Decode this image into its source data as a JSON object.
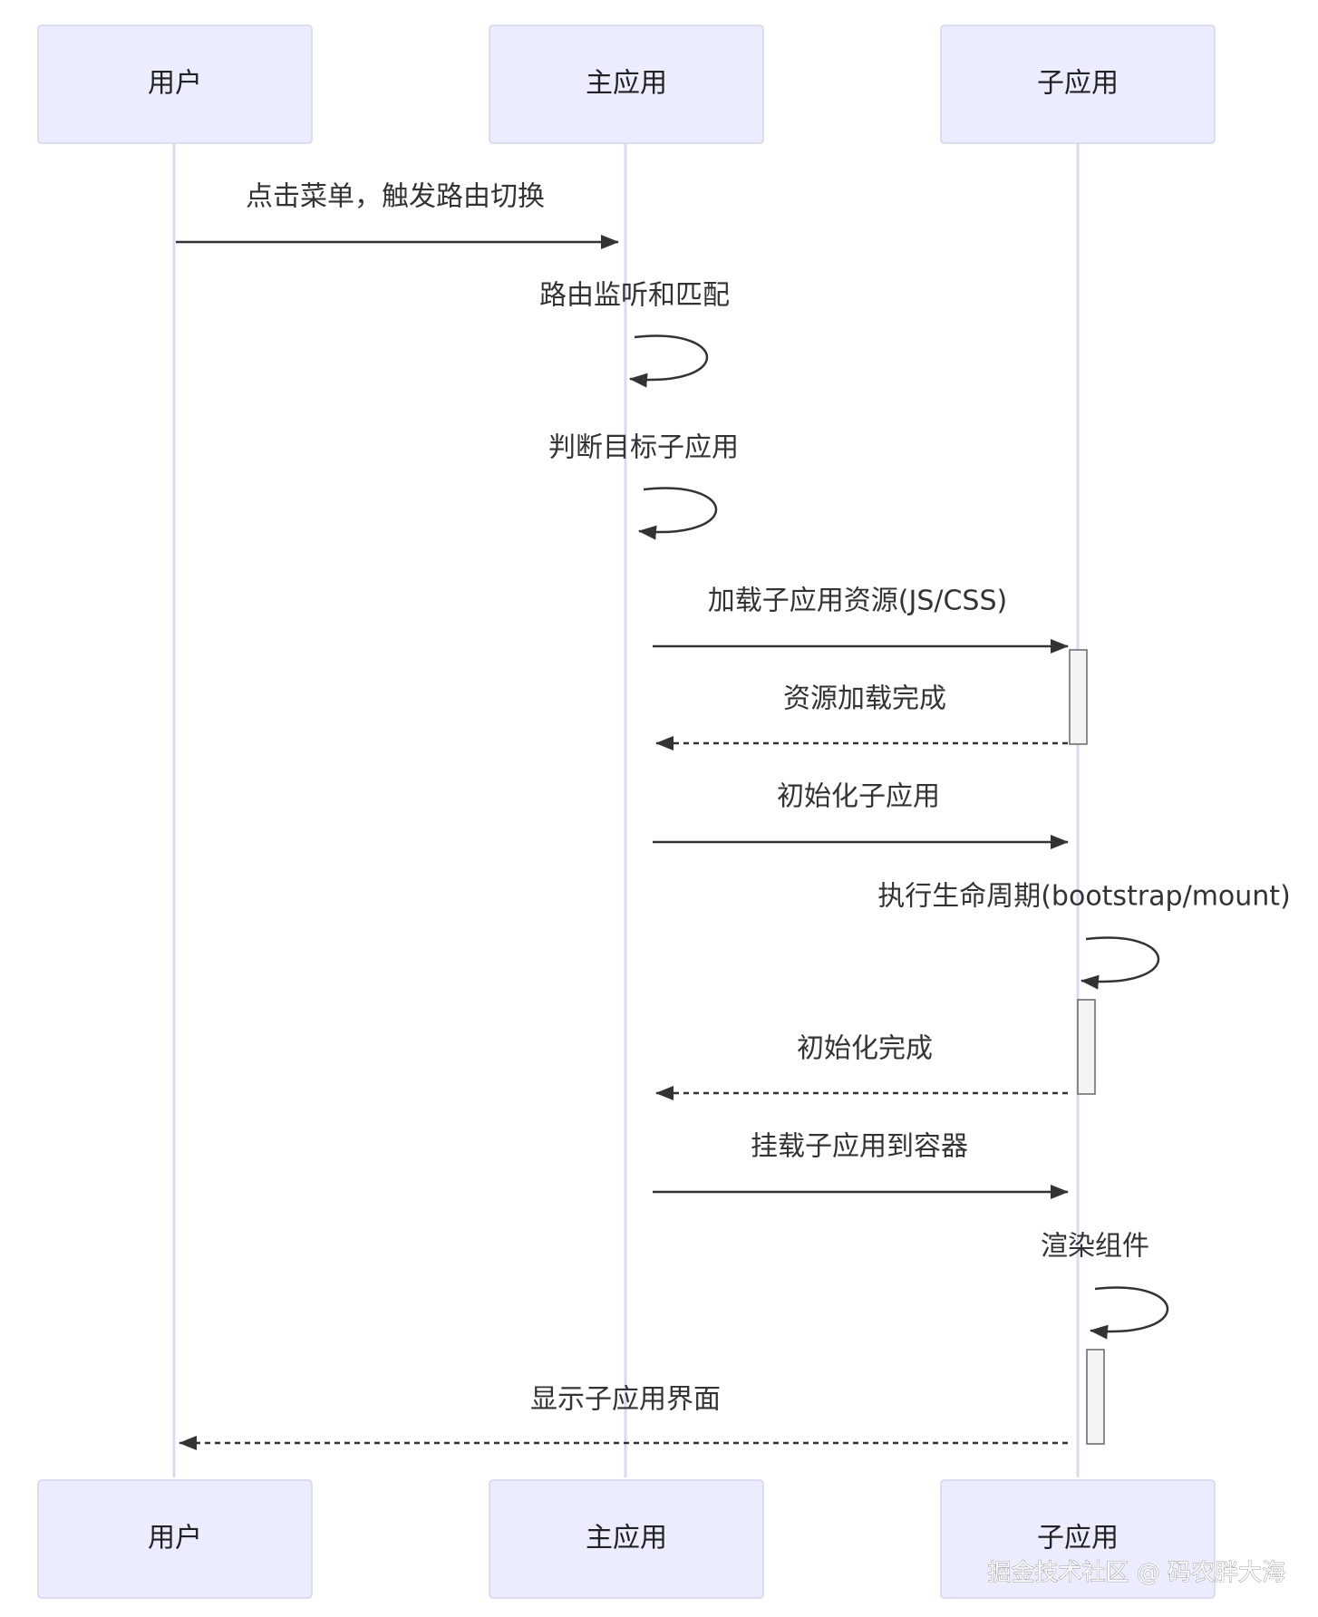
{
  "actors": [
    "用户",
    "主应用",
    "子应用"
  ],
  "messages": [
    {
      "label": "点击菜单，触发路由切换",
      "from": 0,
      "to": 1,
      "kind": "solid"
    },
    {
      "label": "路由监听和匹配",
      "from": 1,
      "to": 1,
      "kind": "self"
    },
    {
      "label": "判断目标子应用",
      "from": 1,
      "to": 1,
      "kind": "self"
    },
    {
      "label": "加载子应用资源(JS/CSS)",
      "from": 1,
      "to": 2,
      "kind": "solid"
    },
    {
      "label": "资源加载完成",
      "from": 2,
      "to": 1,
      "kind": "dashed"
    },
    {
      "label": "初始化子应用",
      "from": 1,
      "to": 2,
      "kind": "solid"
    },
    {
      "label": "执行生命周期(bootstrap/mount)",
      "from": 2,
      "to": 2,
      "kind": "self"
    },
    {
      "label": "初始化完成",
      "from": 2,
      "to": 1,
      "kind": "dashed"
    },
    {
      "label": "挂载子应用到容器",
      "from": 1,
      "to": 2,
      "kind": "solid"
    },
    {
      "label": "渲染组件",
      "from": 2,
      "to": 2,
      "kind": "self"
    },
    {
      "label": "显示子应用界面",
      "from": 2,
      "to": 0,
      "kind": "dashed"
    }
  ],
  "watermark": "掘金技术社区 @ 码农胖大海"
}
